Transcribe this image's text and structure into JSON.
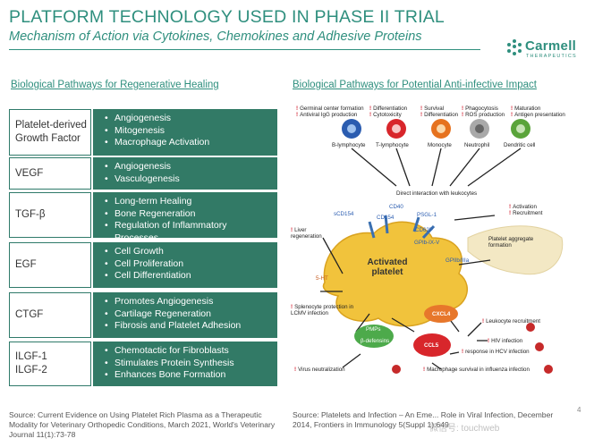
{
  "header": {
    "title": "PLATFORM TECHNOLOGY USED IN PHASE II TRIAL",
    "subtitle": "Mechanism of Action via Cytokines, Chemokines and Adhesive Proteins"
  },
  "logo": {
    "name": "Carmell",
    "tagline": "THERAPEUTICS"
  },
  "left_section": {
    "heading": "Biological Pathways for Regenerative Healing",
    "rows": [
      {
        "label": "Platelet-derived Growth Factor",
        "items": [
          "Angiogenesis",
          "Mitogenesis",
          "Macrophage Activation"
        ]
      },
      {
        "label": "VEGF",
        "items": [
          "Angiogenesis",
          "Vasculogenesis"
        ]
      },
      {
        "label": "TGF-β",
        "items": [
          "Long-term Healing",
          "Bone Regeneration",
          "Regulation of Inflammatory Processes"
        ]
      },
      {
        "label": "EGF",
        "items": [
          "Cell Growth",
          "Cell Proliferation",
          "Cell Differentiation"
        ]
      },
      {
        "label": "CTGF",
        "items": [
          "Promotes Angiogenesis",
          "Cartilage Regeneration",
          "Fibrosis and Platelet Adhesion"
        ]
      },
      {
        "label": "ILGF-1 ILGF-2",
        "items": [
          "Chemotactic for Fibroblasts",
          "Stimulates Protein Synthesis",
          "Enhances Bone Formation"
        ]
      }
    ],
    "source": "Source: Current Evidence on Using Platelet Rich Plasma as a Therapeutic Modality for Veterinary Orthopedic Conditions, March 2021, World's Veterinary Journal 11(1):73-78"
  },
  "right_section": {
    "heading": "Biological Pathways for Potential Anti-infective Impact",
    "source": "Source: Platelets and Infection – An Eme... Role in Viral Infection, December 2014, Frontiers in Immunology 5(Suppl 1):649"
  },
  "diagram": {
    "top_effects": [
      [
        "Germinal center formation",
        "Antiviral IgG production"
      ],
      [
        "Differentiation",
        "Cytotoxicity"
      ],
      [
        "Survival",
        "Differentiation"
      ],
      [
        "Phagocytosis",
        "ROS production"
      ],
      [
        "Maturation",
        "Antigen presentation"
      ]
    ],
    "cells": [
      "B-lymphocyte",
      "T-lymphocyte",
      "Monocyte",
      "Neutrophil",
      "Dendritic cell"
    ],
    "direct_interaction": "Direct interaction with leukocytes",
    "molecules": [
      "CD40",
      "sCD154",
      "CD154",
      "PSGL-1",
      "CD62P",
      "GPIb-IX-V",
      "GPIIb/IIIa",
      "5-HT"
    ],
    "center": "Activated platelet",
    "activation": [
      "Activation",
      "Recruitment"
    ],
    "aggregate": "Platelet aggregate formation",
    "liver": "Liver regeneration",
    "splenocyte": "Splenocyte protection in LCMV infection",
    "pmps": "PMPs",
    "defensins": "β-defensins",
    "cxcl4": "CXCL4",
    "ccl5": "CCL5",
    "leukocyte_recruitment": "Leukocyte recruitment",
    "hiv": "HIV infection",
    "hcv": "response in HCV infection",
    "virus_neutral": "Virus neutralization",
    "macrophage": "Macrophage survival in influenza infection"
  },
  "page_number": "4",
  "watermark": "微信号: touchweb",
  "colors": {
    "brand": "#2f8f7e",
    "panel": "#327a66",
    "alert": "#d21f2f"
  }
}
